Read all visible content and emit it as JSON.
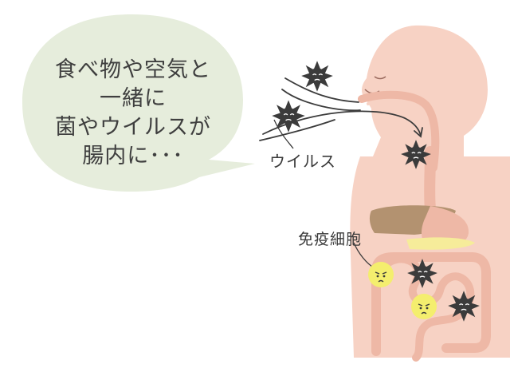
{
  "bubble": {
    "lines": [
      "食べ物や空気と",
      "一緒に",
      "菌やウイルスが",
      "腸内に･･･"
    ]
  },
  "labels": {
    "virus": "ウイルス",
    "immune_cell": "免疫細胞"
  },
  "colors": {
    "bubble": "#e6eddc",
    "skin": "#f7d2c4",
    "skin_dark": "#eeb8a6",
    "liver": "#b39270",
    "pancreas": "#f6ec9a",
    "virus": "#3b3b3b",
    "immune": "#f4ee6e",
    "text": "#3f3f3f"
  },
  "icons": [
    "virus-icon",
    "immune-cell-icon",
    "arrow-icon"
  ]
}
